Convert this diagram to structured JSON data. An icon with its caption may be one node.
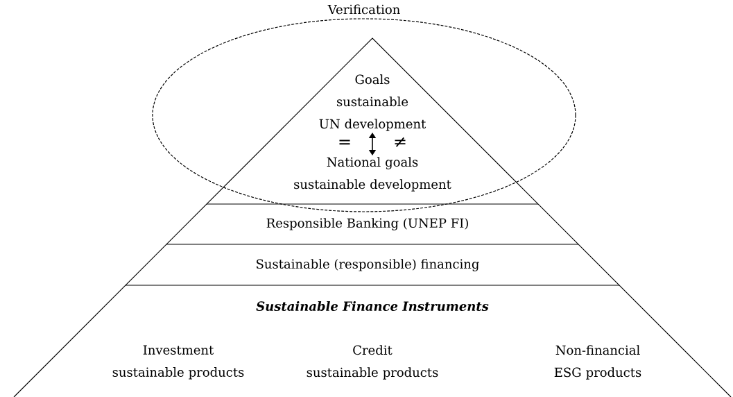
{
  "diagram": {
    "nodes": [
      {
        "text": [
          "Verification"
        ]
      },
      {
        "text": [
          "Goals sustainable UN development"
        ],
        "in": 0
      },
      {
        "text": [
          "National goals sustainable development"
        ],
        "in": 0
      },
      {
        "text": [
          "Responsible Banking (UNEP FI)"
        ]
      },
      {
        "text": [
          "Sustainable (responsible) financing"
        ]
      },
      {
        "text": [
          "Sustainable Finance Instruments"
        ]
      },
      {
        "text": [
          "Investment sustainable products"
        ]
      },
      {
        "text": [
          "Credit sustainable products"
        ]
      },
      {
        "text": [
          "Non-financial ESG products"
        ]
      }
    ],
    "edges": [
      {
        "from": 1,
        "to": 2,
        "arrow": "both"
      }
    ],
    "labels": [
      "=",
      "≠"
    ]
  }
}
